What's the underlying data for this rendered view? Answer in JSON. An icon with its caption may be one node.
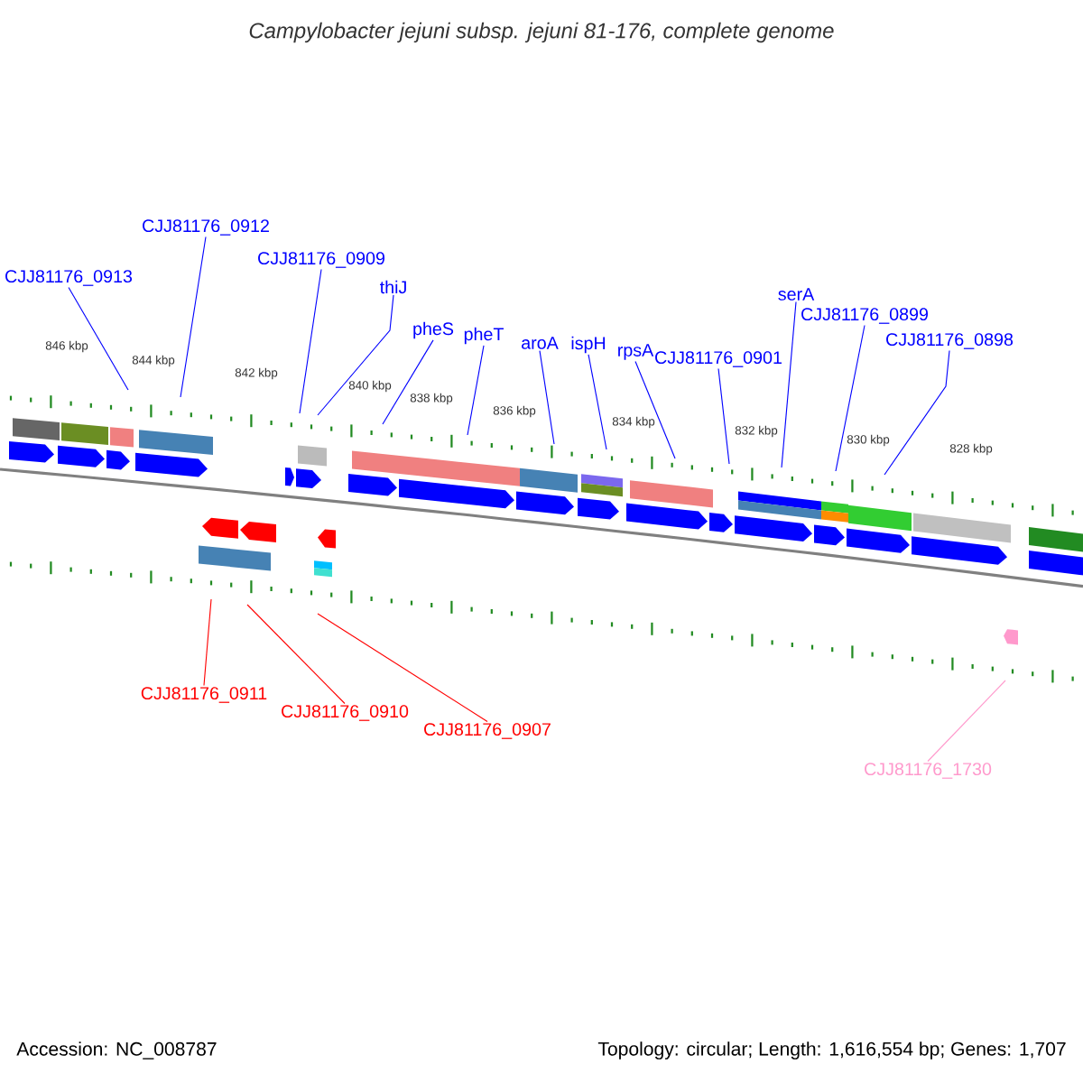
{
  "diagram": {
    "title": "Campylobacter jejuni subsp. jejuni 81-176, complete genome",
    "nodes": [
      {
        "text": [
          "CJJ81176_0913"
        ]
      },
      {
        "text": [
          "CJJ81176_0912"
        ]
      },
      {
        "text": [
          "CJJ81176_0909"
        ]
      },
      {
        "text": [
          "thiJ"
        ]
      },
      {
        "text": [
          "pheS"
        ]
      },
      {
        "text": [
          "pheT"
        ]
      },
      {
        "text": [
          "aroA"
        ]
      },
      {
        "text": [
          "ispH"
        ]
      },
      {
        "text": [
          "rpsA"
        ]
      },
      {
        "text": [
          "CJJ81176_0901"
        ]
      },
      {
        "text": [
          "serA"
        ]
      },
      {
        "text": [
          "CJJ81176_0899"
        ]
      },
      {
        "text": [
          "CJJ81176_0898"
        ]
      },
      {
        "text": [
          "CJJ81176_0911"
        ]
      },
      {
        "text": [
          "CJJ81176_0910"
        ]
      },
      {
        "text": [
          "CJJ81176_0907"
        ]
      },
      {
        "text": [
          "CJJ81176_1730"
        ]
      }
    ],
    "edges": [
      {
        "from": 0,
        "to": null,
        "arrow": "none"
      },
      {
        "from": 1,
        "to": null,
        "arrow": "none"
      },
      {
        "from": 2,
        "to": null,
        "arrow": "none"
      },
      {
        "from": 3,
        "to": null,
        "arrow": "none"
      },
      {
        "from": 4,
        "to": null,
        "arrow": "none"
      },
      {
        "from": 5,
        "to": null,
        "arrow": "none"
      },
      {
        "from": 6,
        "to": null,
        "arrow": "none"
      },
      {
        "from": 7,
        "to": null,
        "arrow": "none"
      },
      {
        "from": 8,
        "to": null,
        "arrow": "none"
      },
      {
        "from": 9,
        "to": null,
        "arrow": "none"
      },
      {
        "from": 10,
        "to": null,
        "arrow": "none"
      },
      {
        "from": 11,
        "to": null,
        "arrow": "none"
      },
      {
        "from": 12,
        "to": null,
        "arrow": "none"
      },
      {
        "from": 13,
        "to": null,
        "arrow": "none",
        "color": "#ff0000"
      },
      {
        "from": 14,
        "to": null,
        "arrow": "none",
        "color": "#ff0000"
      },
      {
        "from": 15,
        "to": null,
        "arrow": "none",
        "color": "#ff0000"
      },
      {
        "from": 16,
        "to": null,
        "arrow": "none",
        "color": "#ff99cc"
      }
    ],
    "labels": [
      "846 kbp",
      "844 kbp",
      "842 kbp",
      "840 kbp",
      "838 kbp",
      "836 kbp",
      "834 kbp",
      "832 kbp",
      "830 kbp",
      "828 kbp",
      "Accession: NC_008787",
      "Topology: circular; Length: 1,616,554 bp; Genes: 1,707"
    ]
  }
}
